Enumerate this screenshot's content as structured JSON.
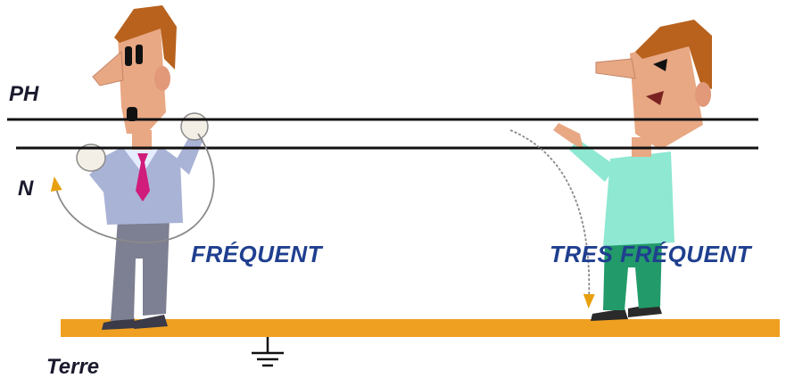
{
  "labels": {
    "phase": "PH",
    "neutral": "N",
    "earth": "Terre",
    "case_left": "FRÉQUENT",
    "case_right": "TRES FRÉQUENT"
  },
  "colors": {
    "wire": "#111111",
    "ground_bar": "#f0a020",
    "label_blue": "#1f3f8f",
    "skin": "#e8a884",
    "hair": "#b8621e",
    "left_suit": "#a9b3d6",
    "left_trousers": "#7d7f92",
    "tie": "#d01c7a",
    "right_shirt": "#8ee8d2",
    "right_trousers": "#229a6a",
    "arrow_tip": "#e8a010"
  },
  "icons": {
    "ground_symbol": "earth-ground-icon",
    "current_arrow": "curved-arrow-icon"
  }
}
